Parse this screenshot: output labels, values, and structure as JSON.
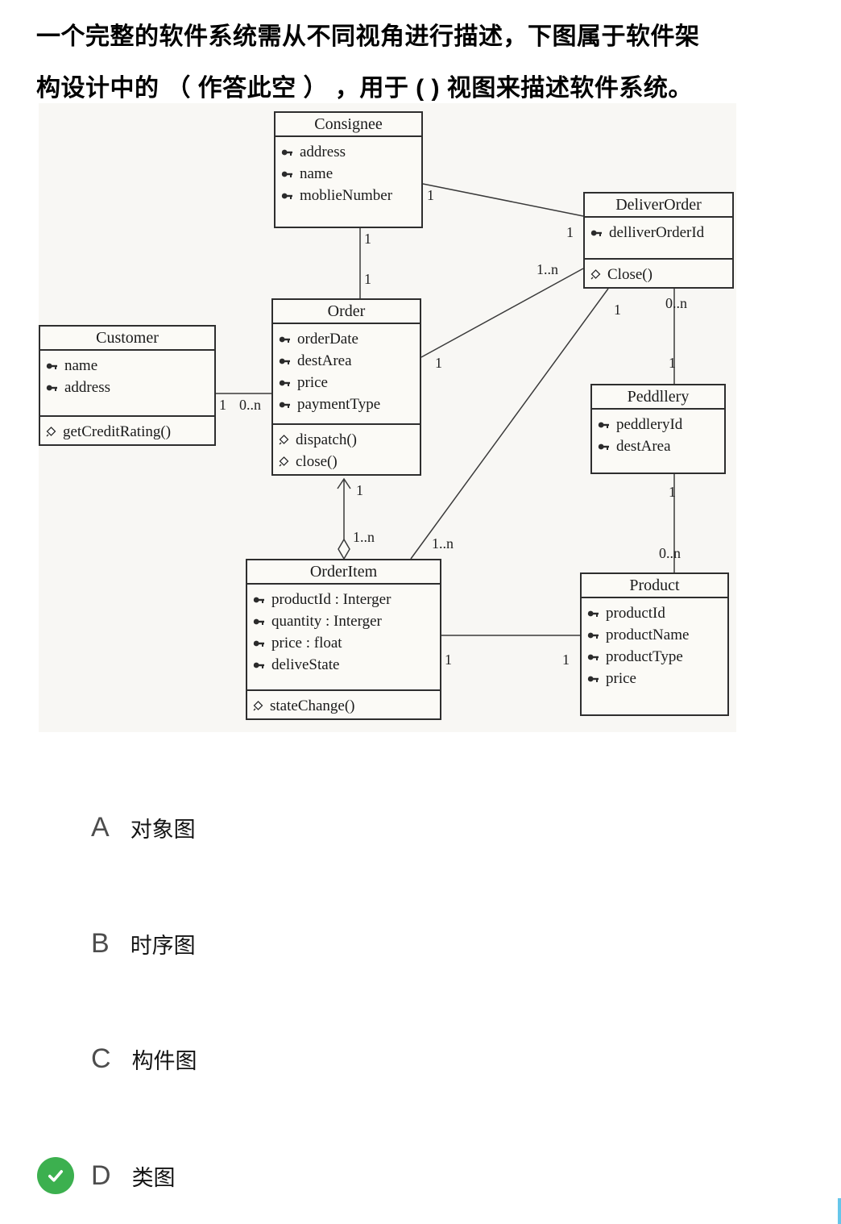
{
  "question": {
    "line1": "一个完整的软件系统需从不同视角进行描述，下图属于软件架",
    "line2": "构设计中的 （ 作答此空 ） ，用于 ( ) 视图来描述软件系统。"
  },
  "diagram": {
    "type": "uml-class-diagram",
    "classes": [
      {
        "name": "Consignee",
        "attributes": [
          "address",
          "name",
          "moblieNumber"
        ],
        "operations": []
      },
      {
        "name": "DeliverOrder",
        "attributes": [
          "delliverOrderId"
        ],
        "operations": [
          "Close()"
        ]
      },
      {
        "name": "Order",
        "attributes": [
          "orderDate",
          "destArea",
          "price",
          "paymentType"
        ],
        "operations": [
          "dispatch()",
          "close()"
        ]
      },
      {
        "name": "Customer",
        "attributes": [
          "name",
          "address"
        ],
        "operations": [
          "getCreditRating()"
        ]
      },
      {
        "name": "Peddllery",
        "attributes": [
          "peddleryId",
          "destArea"
        ],
        "operations": []
      },
      {
        "name": "OrderItem",
        "attributes": [
          "productId : Interger",
          "quantity : Interger",
          "price : float",
          "deliveState"
        ],
        "operations": [
          "stateChange()"
        ]
      },
      {
        "name": "Product",
        "attributes": [
          "productId",
          "productName",
          "productType",
          "price"
        ],
        "operations": []
      }
    ],
    "multiplicities": [
      "1",
      "1",
      "1",
      "1",
      "1",
      "1..n",
      "1",
      "0..n",
      "1",
      "1",
      "0..n",
      "1",
      "0..n",
      "1",
      "1..n",
      "1..n",
      "1",
      "1"
    ]
  },
  "options": [
    {
      "letter": "A",
      "label": "对象图",
      "correct": false
    },
    {
      "letter": "B",
      "label": "时序图",
      "correct": false
    },
    {
      "letter": "C",
      "label": "构件图",
      "correct": false
    },
    {
      "letter": "D",
      "label": "类图",
      "correct": true
    }
  ],
  "colors": {
    "correct_green": "#3cb04f",
    "scroll_blue": "#66c6ea",
    "diagram_paper": "#f8f7f4"
  }
}
